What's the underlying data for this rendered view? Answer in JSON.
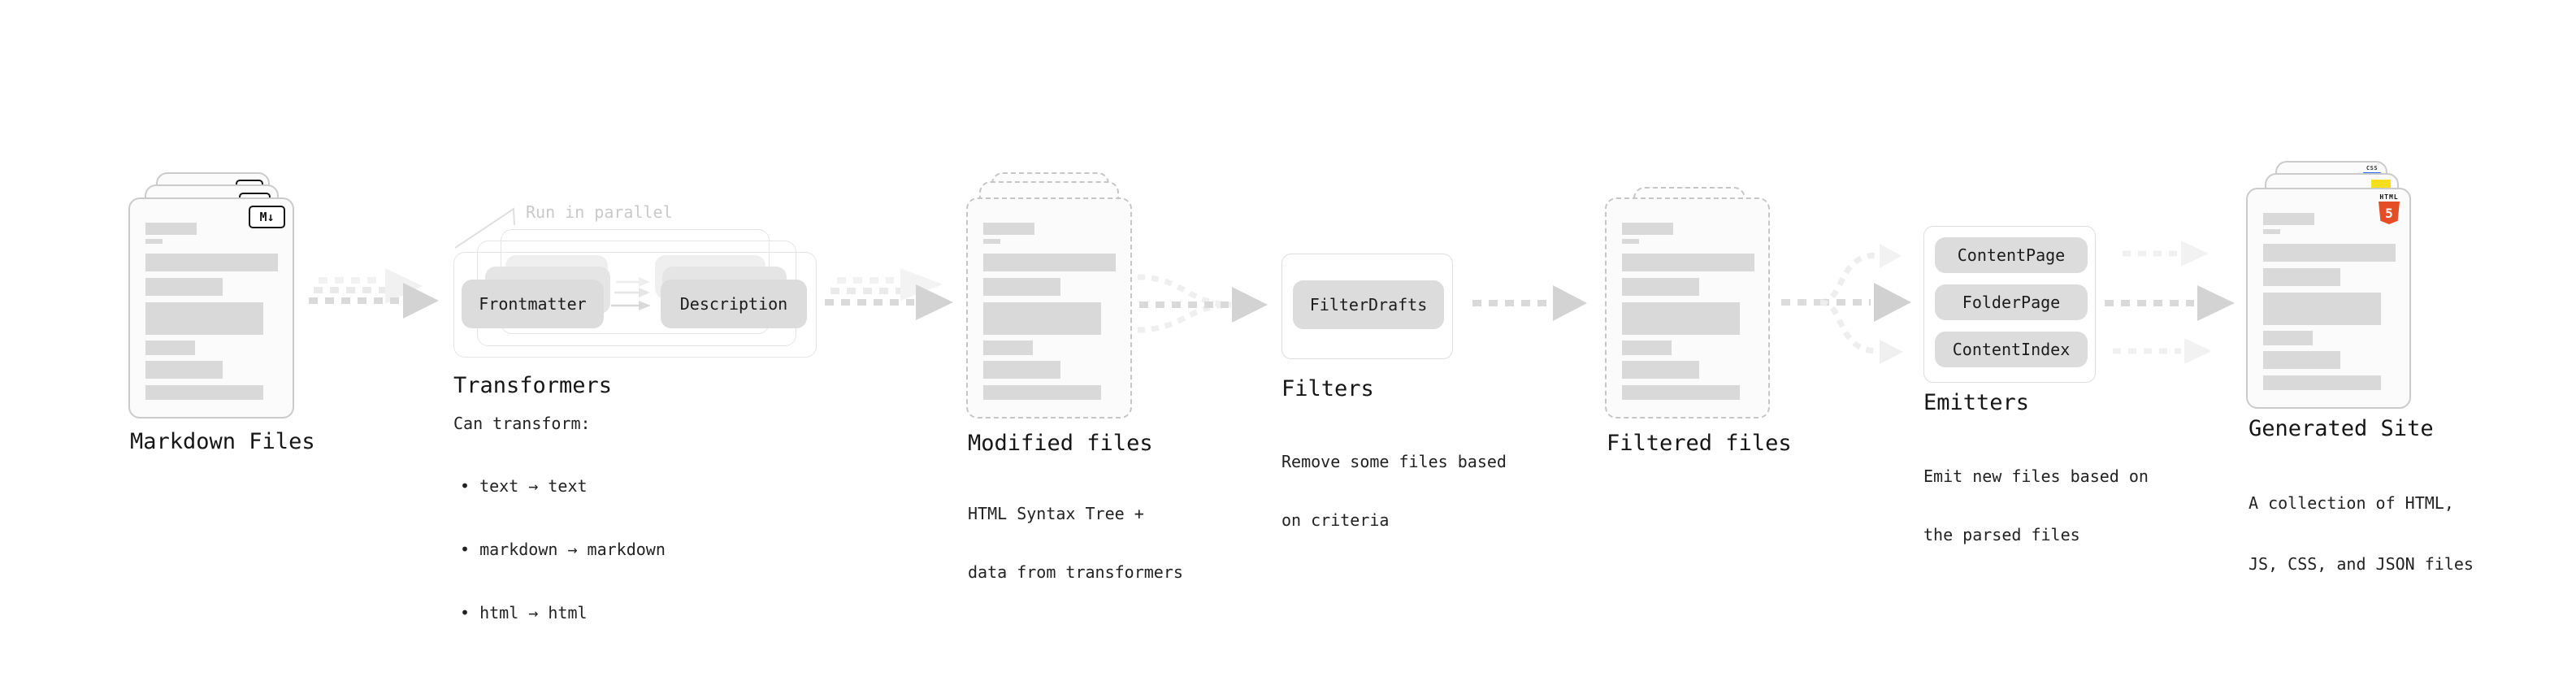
{
  "stages": {
    "markdown": {
      "title": "Markdown Files"
    },
    "transformers": {
      "title": "Transformers",
      "annotation": "Run in parallel",
      "pill_left": "Frontmatter",
      "pill_right": "Description",
      "desc_heading": "Can transform:",
      "bullets": [
        "• text → text",
        "• markdown → markdown",
        "• html → html"
      ]
    },
    "modified": {
      "title": "Modified files",
      "desc": [
        "HTML Syntax Tree +",
        "data from transformers"
      ]
    },
    "filters": {
      "title": "Filters",
      "pill": "FilterDrafts",
      "desc": [
        "Remove some files based",
        "on criteria"
      ]
    },
    "filtered": {
      "title": "Filtered files"
    },
    "emitters": {
      "title": "Emitters",
      "pills": [
        "ContentPage",
        "FolderPage",
        "ContentIndex"
      ],
      "desc": [
        "Emit new files based on",
        "the parsed files"
      ]
    },
    "generated": {
      "title": "Generated Site",
      "desc": [
        "A collection of HTML,",
        "JS, CSS, and JSON files"
      ]
    }
  },
  "icons": {
    "markdown_badge": "M↓",
    "html5": {
      "label": "HTML",
      "number": "5",
      "color": "#e44d26"
    },
    "js": {
      "color": "#f7df1e"
    },
    "css": {
      "label": "CSS",
      "color": "#2965f1"
    }
  }
}
